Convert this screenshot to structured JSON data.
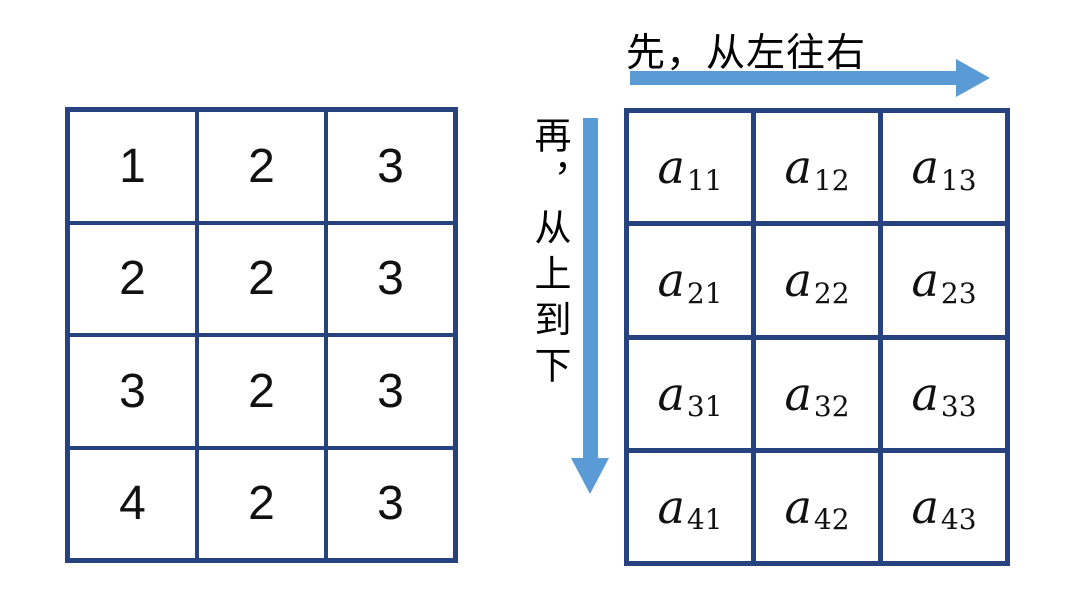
{
  "annotations": {
    "horizontal_label": "先，从左往右",
    "vertical_label": "再，从上到下"
  },
  "left_table": {
    "rows": [
      [
        "1",
        "2",
        "3"
      ],
      [
        "2",
        "2",
        "3"
      ],
      [
        "3",
        "2",
        "3"
      ],
      [
        "4",
        "2",
        "3"
      ]
    ]
  },
  "right_matrix": {
    "rows": [
      [
        {
          "base": "a",
          "sub": "11"
        },
        {
          "base": "a",
          "sub": "12"
        },
        {
          "base": "a",
          "sub": "13"
        }
      ],
      [
        {
          "base": "a",
          "sub": "21"
        },
        {
          "base": "a",
          "sub": "22"
        },
        {
          "base": "a",
          "sub": "23"
        }
      ],
      [
        {
          "base": "a",
          "sub": "31"
        },
        {
          "base": "a",
          "sub": "32"
        },
        {
          "base": "a",
          "sub": "33"
        }
      ],
      [
        {
          "base": "a",
          "sub": "41"
        },
        {
          "base": "a",
          "sub": "42"
        },
        {
          "base": "a",
          "sub": "43"
        }
      ]
    ]
  },
  "colors": {
    "table_border": "#27437f",
    "arrow": "#5b9bd5",
    "text": "#000000",
    "background": "#ffffff"
  }
}
